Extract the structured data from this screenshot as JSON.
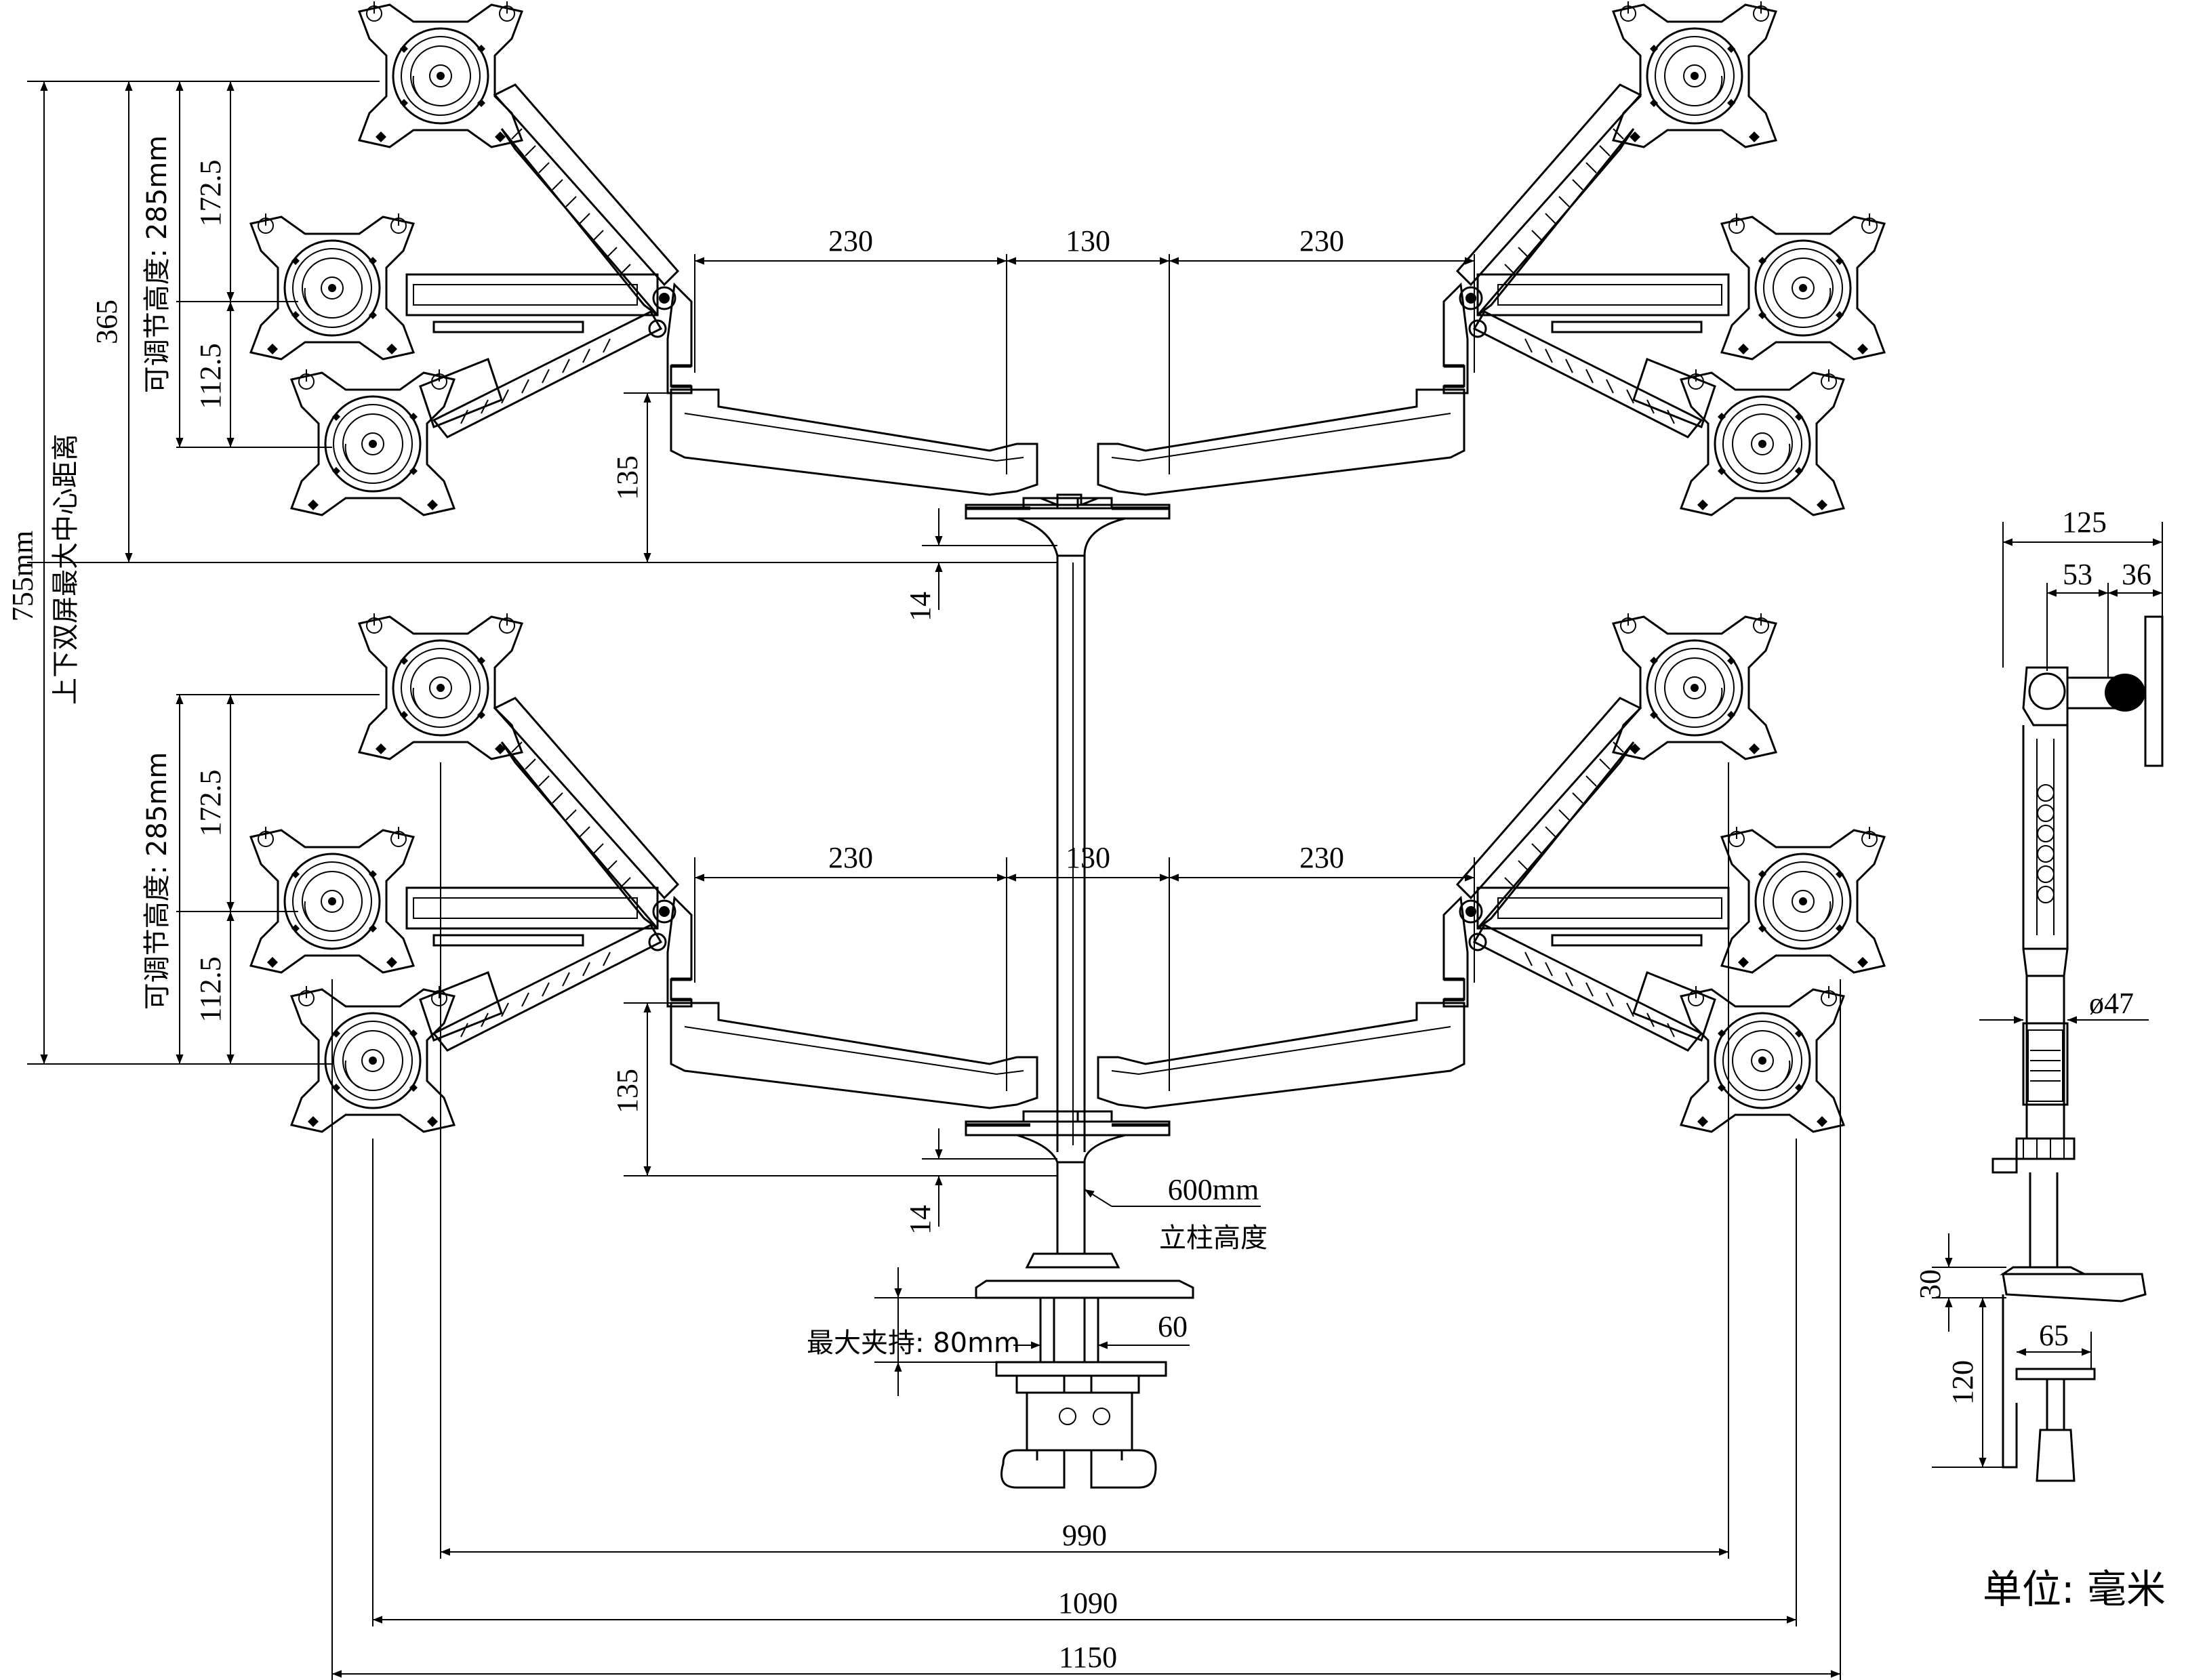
{
  "front_view": {
    "arm_spans": {
      "left": "230",
      "center": "130",
      "right": "230"
    },
    "arm_height_135": "135",
    "gap_14": "14",
    "upper_heights": {
      "top": "172.5",
      "bottom": "112.5",
      "label": "可调节高度: 285mm"
    },
    "lower_heights": {
      "top": "172.5",
      "bottom": "112.5",
      "label": "可调节高度: 285mm"
    },
    "distance_365": "365",
    "distance_755": "755mm",
    "distance_755_label": "上下双屏最大中心距离",
    "pole_height_value": "600mm",
    "pole_height_label": "立柱高度",
    "clamp_label": "最大夹持: 80mm",
    "clamp_60": "60",
    "width_990": "990",
    "width_1090": "1090",
    "width_1150": "1150"
  },
  "side_view": {
    "depth_125": "125",
    "depth_53": "53",
    "depth_36": "36",
    "diameter": "ø47",
    "base_30": "30",
    "clamp_120": "120",
    "clamp_65": "65"
  },
  "unit_label": "单位: 毫米"
}
